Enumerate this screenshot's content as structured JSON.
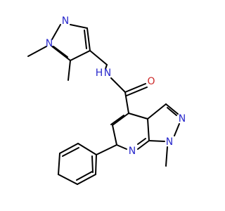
{
  "colors": {
    "background": "#ffffff",
    "bond": "#000000",
    "nitrogen": "#2929cc",
    "oxygen": "#cc2929"
  },
  "atoms": [
    {
      "id": "N1",
      "label": "N",
      "element": "nitrogen"
    },
    {
      "id": "N2",
      "label": "N",
      "element": "nitrogen"
    },
    {
      "id": "NH",
      "label": "N",
      "element": "nitrogen"
    },
    {
      "id": "H",
      "label": "H",
      "element": "nitrogen"
    },
    {
      "id": "O",
      "label": "O",
      "element": "oxygen"
    },
    {
      "id": "N3",
      "label": "N",
      "element": "nitrogen"
    },
    {
      "id": "N4",
      "label": "N",
      "element": "nitrogen"
    },
    {
      "id": "N5",
      "label": "N",
      "element": "nitrogen"
    }
  ]
}
